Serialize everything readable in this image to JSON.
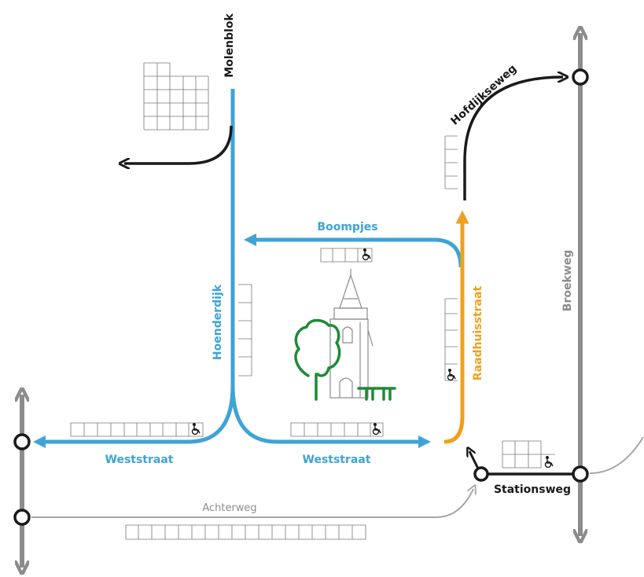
{
  "colors": {
    "blue": "#3ea3d6",
    "orange": "#f0a01c",
    "gray": "#8c8c8c",
    "black": "#1a1a1a",
    "green": "#1e8a37",
    "lightgray": "#a5a5a5"
  },
  "streets": {
    "molenblok": "Molenblok",
    "hofdijkseweg": "Hofdijkseweg",
    "boompjes": "Boompjes",
    "hoenderdijk": "Hoenderdijk",
    "raadhuisstraat": "Raadhuisstraat",
    "broekweg": "Broekweg",
    "weststraat_left": "Weststraat",
    "weststraat_right": "Weststraat",
    "achterweg": "Achterweg",
    "stationsweg": "Stationsweg"
  },
  "icons": {
    "church": "church-icon",
    "tree": "tree-icon",
    "bench": "bench-icon",
    "wheelchair": "wheelchair-icon"
  }
}
